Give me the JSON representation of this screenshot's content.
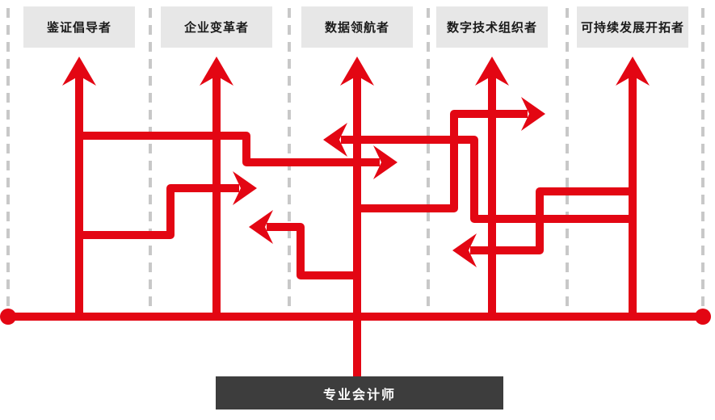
{
  "diagram": {
    "top_roles": [
      "鉴证倡导者",
      "企业变革者",
      "数据领航者",
      "数字技术组织者",
      "可持续发展开拓者"
    ],
    "base_role": "专业会计师",
    "colors": {
      "accent_red": "#e30613",
      "guide_gray": "#c8c8c8",
      "role_box_bg": "#e7e7e7",
      "role_box_text": "#1a1a1a",
      "base_box_bg": "#3d3d3d",
      "base_box_text": "#ffffff"
    }
  }
}
